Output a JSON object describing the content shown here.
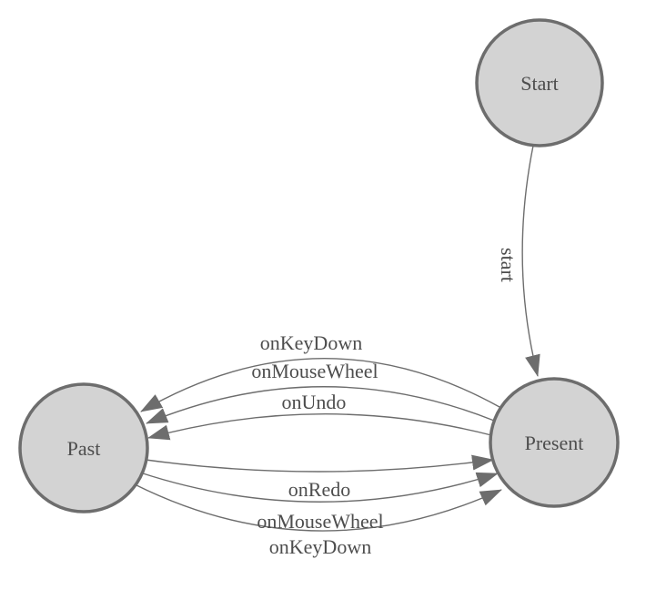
{
  "diagram": {
    "type": "state-machine",
    "nodes": [
      {
        "id": "start",
        "label": "Start"
      },
      {
        "id": "present",
        "label": "Present"
      },
      {
        "id": "past",
        "label": "Past"
      }
    ],
    "edges": [
      {
        "from": "start",
        "to": "present",
        "label": "start"
      },
      {
        "from": "present",
        "to": "past",
        "label": "onKeyDown"
      },
      {
        "from": "present",
        "to": "past",
        "label": "onMouseWheel"
      },
      {
        "from": "present",
        "to": "past",
        "label": "onUndo"
      },
      {
        "from": "past",
        "to": "present",
        "label": "onRedo"
      },
      {
        "from": "past",
        "to": "present",
        "label": "onMouseWheel"
      },
      {
        "from": "past",
        "to": "present",
        "label": "onKeyDown"
      }
    ]
  },
  "colors": {
    "background": "#ffffff",
    "node_fill": "#d3d3d3",
    "node_stroke": "#6d6d6d",
    "edge_stroke": "#6d6d6d",
    "arrow_fill": "#6d6d6d",
    "label_text": "#4d4d4d"
  }
}
